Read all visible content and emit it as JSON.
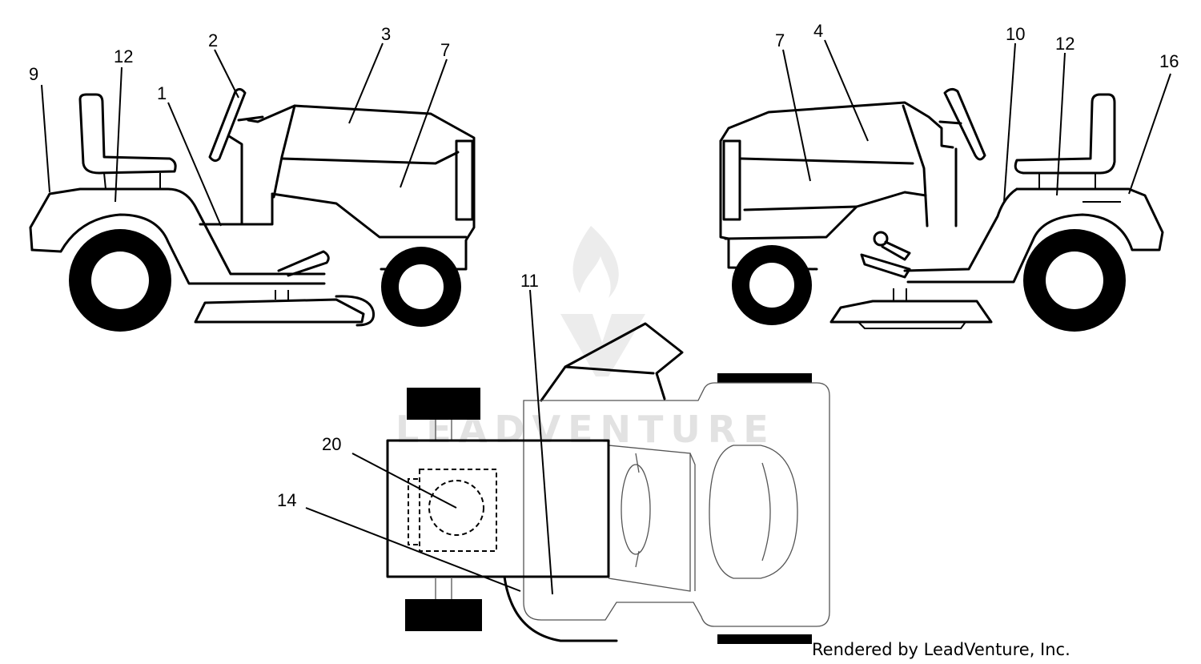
{
  "watermark": "LEADVENTURE",
  "credit": "Rendered by LeadVenture, Inc.",
  "callouts": {
    "left_view": [
      "9",
      "12",
      "2",
      "1",
      "3",
      "7"
    ],
    "right_view": [
      "7",
      "4",
      "10",
      "12",
      "16"
    ],
    "top_view": [
      "11",
      "20",
      "14"
    ]
  },
  "colors": {
    "line": "#000000",
    "watermark": "#e2e2e2",
    "background": "#ffffff"
  }
}
